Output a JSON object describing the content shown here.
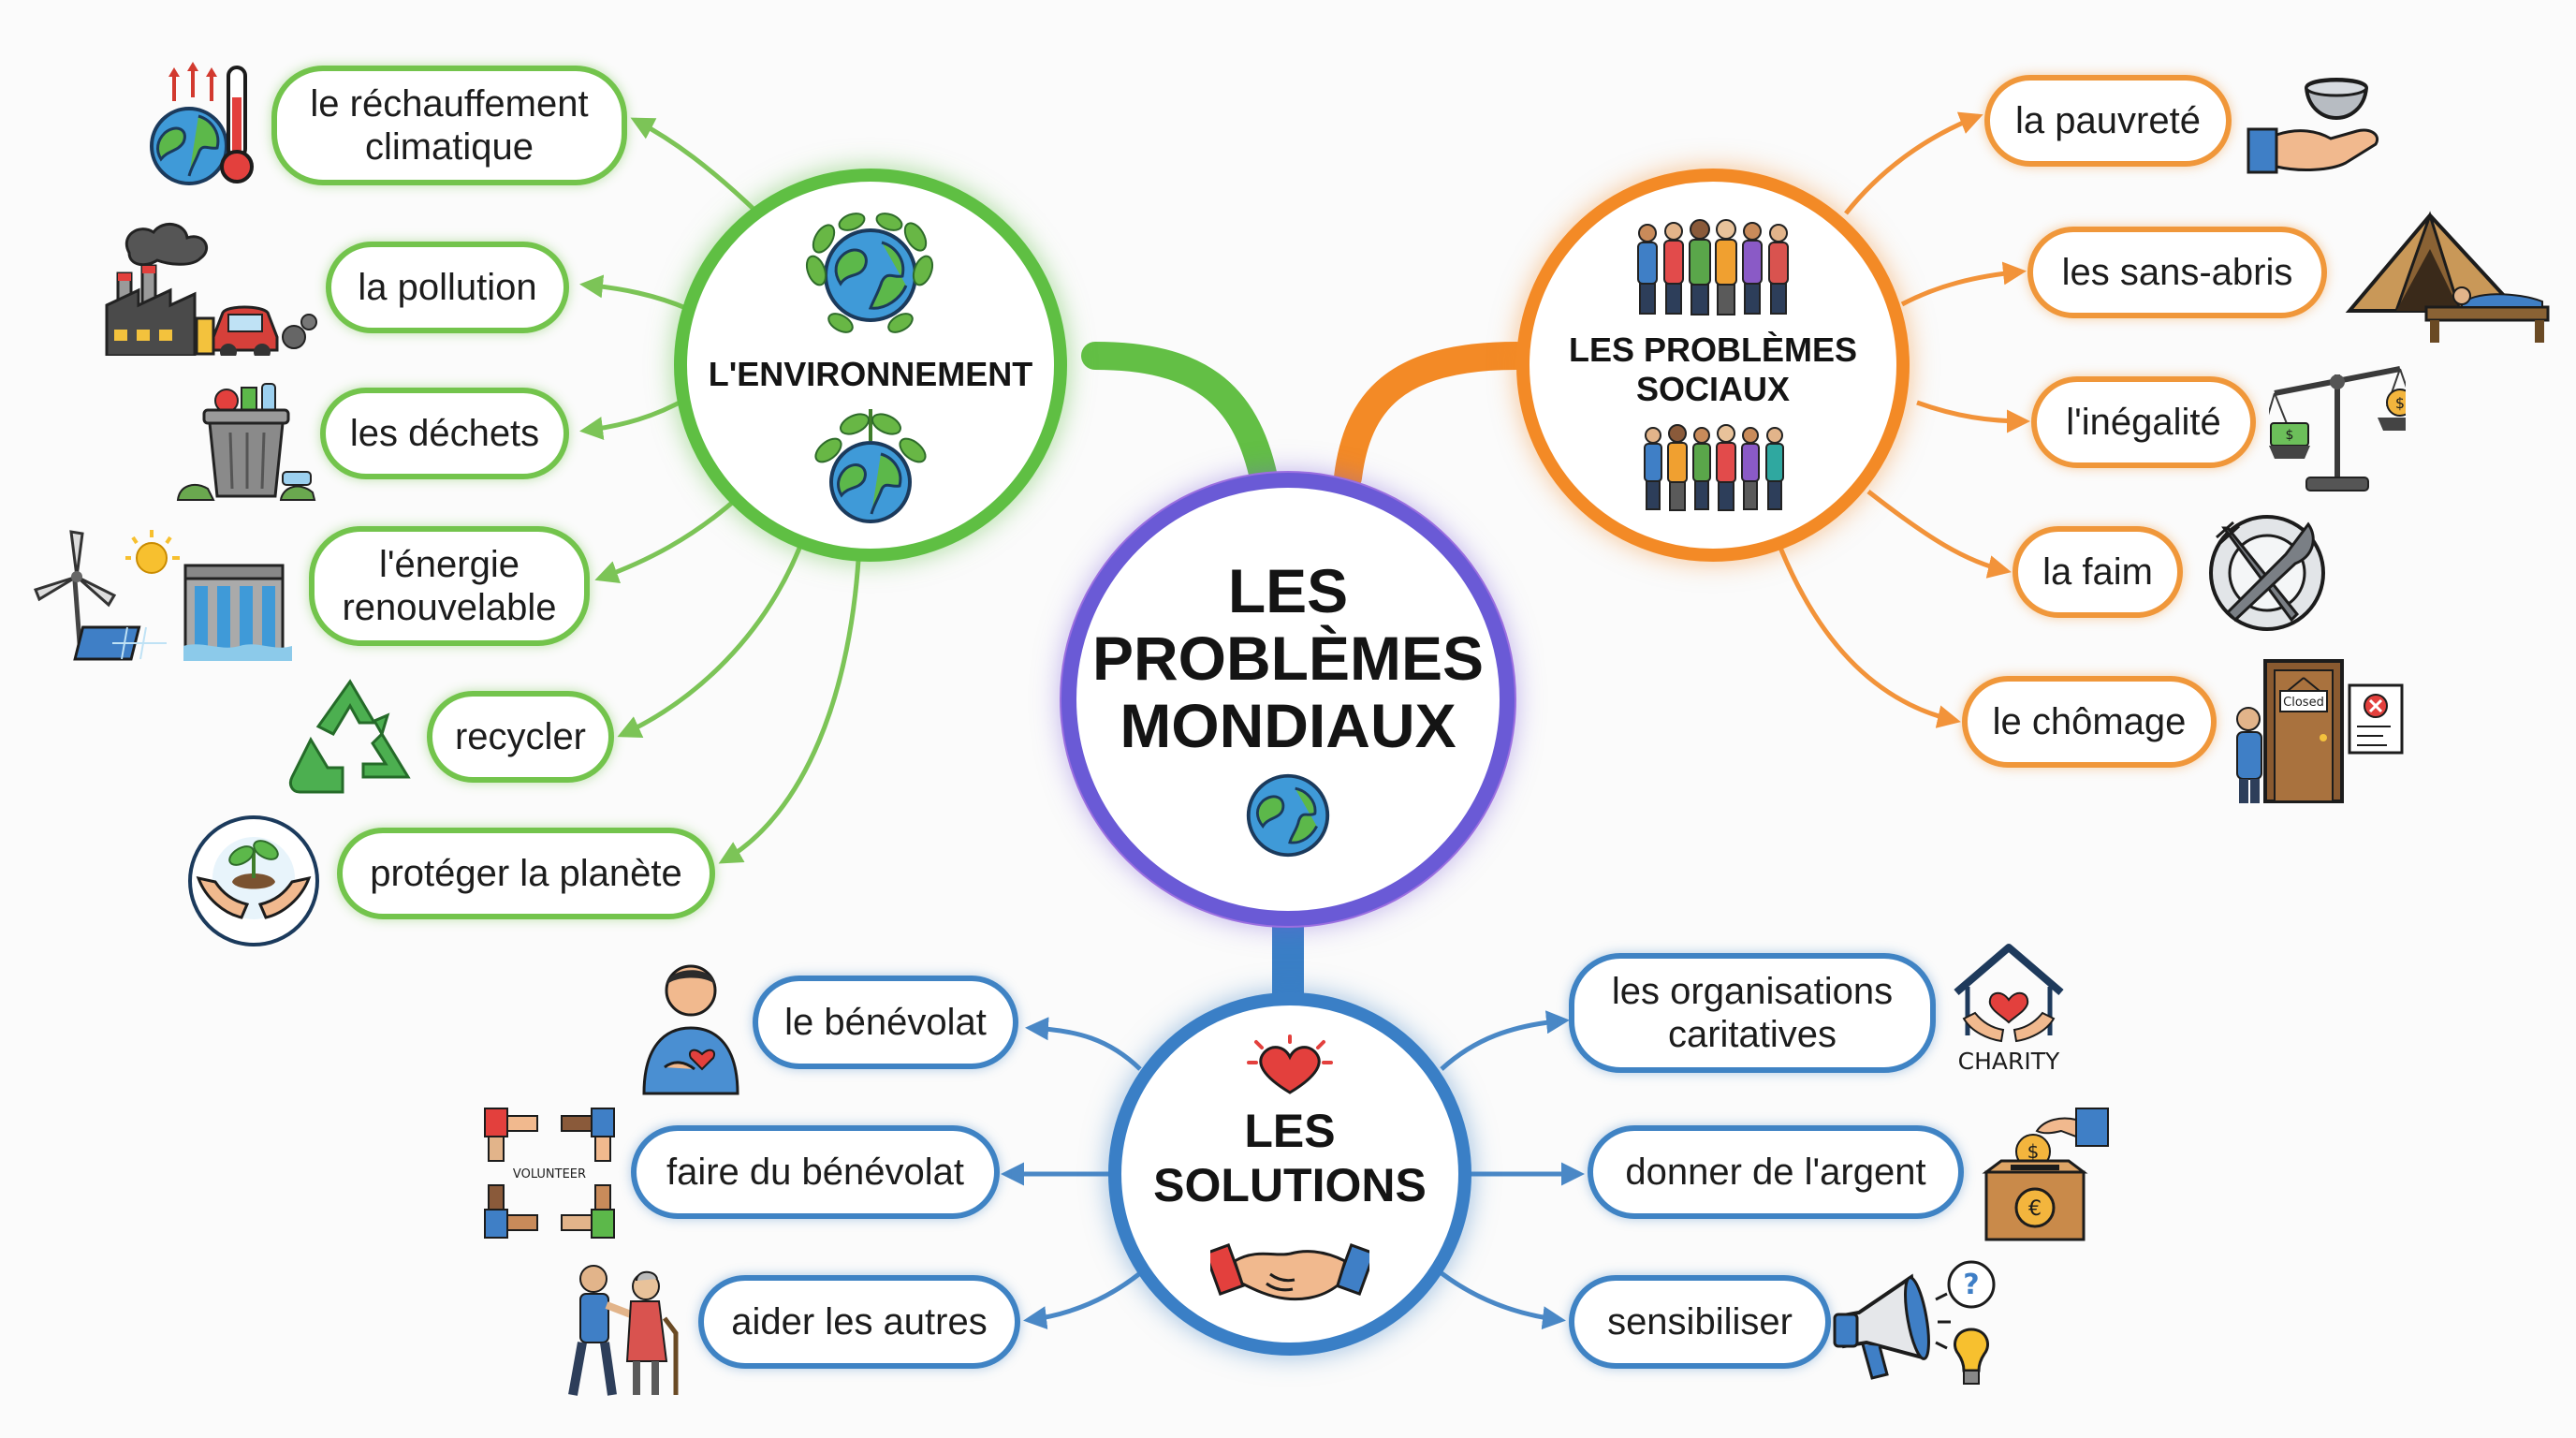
{
  "center": {
    "title": "LES\nPROBLÈMES\nMONDIAUX",
    "icon": "globe-icon"
  },
  "environment": {
    "title": "L'ENVIRONNEMENT",
    "color": "#6cc24a",
    "items": [
      {
        "label": "le réchauffement\nclimatique",
        "icon": "hot-earth-thermometer-icon"
      },
      {
        "label": "la pollution",
        "icon": "factory-car-smoke-icon"
      },
      {
        "label": "les déchets",
        "icon": "trash-bin-icon"
      },
      {
        "label": "l'énergie\nrenouvelable",
        "icon": "wind-solar-hydro-icon"
      },
      {
        "label": "recycler",
        "icon": "recycle-icon"
      },
      {
        "label": "protéger la planète",
        "icon": "hands-plant-icon"
      }
    ]
  },
  "social": {
    "title": "LES PROBLÈMES\nSOCIAUX",
    "color": "#f38a26",
    "items": [
      {
        "label": "la pauvreté",
        "icon": "hand-bowl-icon"
      },
      {
        "label": "les sans-abris",
        "icon": "tent-icon"
      },
      {
        "label": "l'inégalité",
        "icon": "scales-icon"
      },
      {
        "label": "la faim",
        "icon": "plate-fork-knife-icon"
      },
      {
        "label": "le chômage",
        "icon": "closed-door-icon"
      }
    ]
  },
  "solutions": {
    "title": "LES\nSOLUTIONS",
    "color": "#3a7fc6",
    "items_left": [
      {
        "label": "le bénévolat",
        "icon": "volunteer-person-icon"
      },
      {
        "label": "faire du bénévolat",
        "icon": "volunteer-hands-icon",
        "icon_text": "VOLUNTEER"
      },
      {
        "label": "aider les autres",
        "icon": "helping-elderly-icon"
      }
    ],
    "items_right": [
      {
        "label": "les organisations\ncaritatives",
        "icon": "charity-house-icon",
        "icon_text": "CHARITY"
      },
      {
        "label": "donner de l'argent",
        "icon": "donation-box-icon"
      },
      {
        "label": "sensibiliser",
        "icon": "megaphone-icon"
      }
    ]
  },
  "icon_labels": {
    "closed_sign": "Closed"
  }
}
